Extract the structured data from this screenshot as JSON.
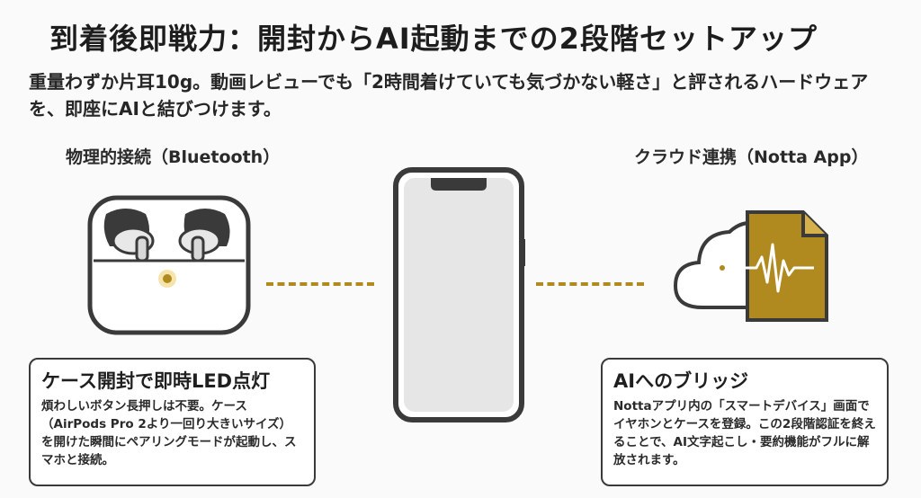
{
  "title": "到着後即戦力：開封からAI起動までの2段階セットアップ",
  "subtitle": "重量わずか片耳10g。動画レビューでも「2時間着けていても気づかない軽さ」と評されるハードウェアを、即座にAIと結びつけます。",
  "left": {
    "label": "物理的接続（Bluetooth）",
    "card_title": "ケース開封で即時LED点灯",
    "card_text": "煩わしいボタン長押しは不要。ケース（AirPods Pro 2より一回り大きいサイズ）を開けた瞬間にペアリングモードが起動し、スマホと接続。"
  },
  "right": {
    "label": "クラウド連携（Notta App）",
    "card_title": "AIへのブリッジ",
    "card_text": "Nottaアプリ内の「スマートデバイス」画面でイヤホンとケースを登録。この2段階認証を終えることで、AI文字起こし・要約機能がフルに解放されます。"
  },
  "colors": {
    "accent": "#b08a1e",
    "outline": "#3a3a3a",
    "screen": "#e6e6e6"
  },
  "icons": [
    "earbuds-case-icon",
    "smartphone-icon",
    "cloud-document-icon"
  ]
}
